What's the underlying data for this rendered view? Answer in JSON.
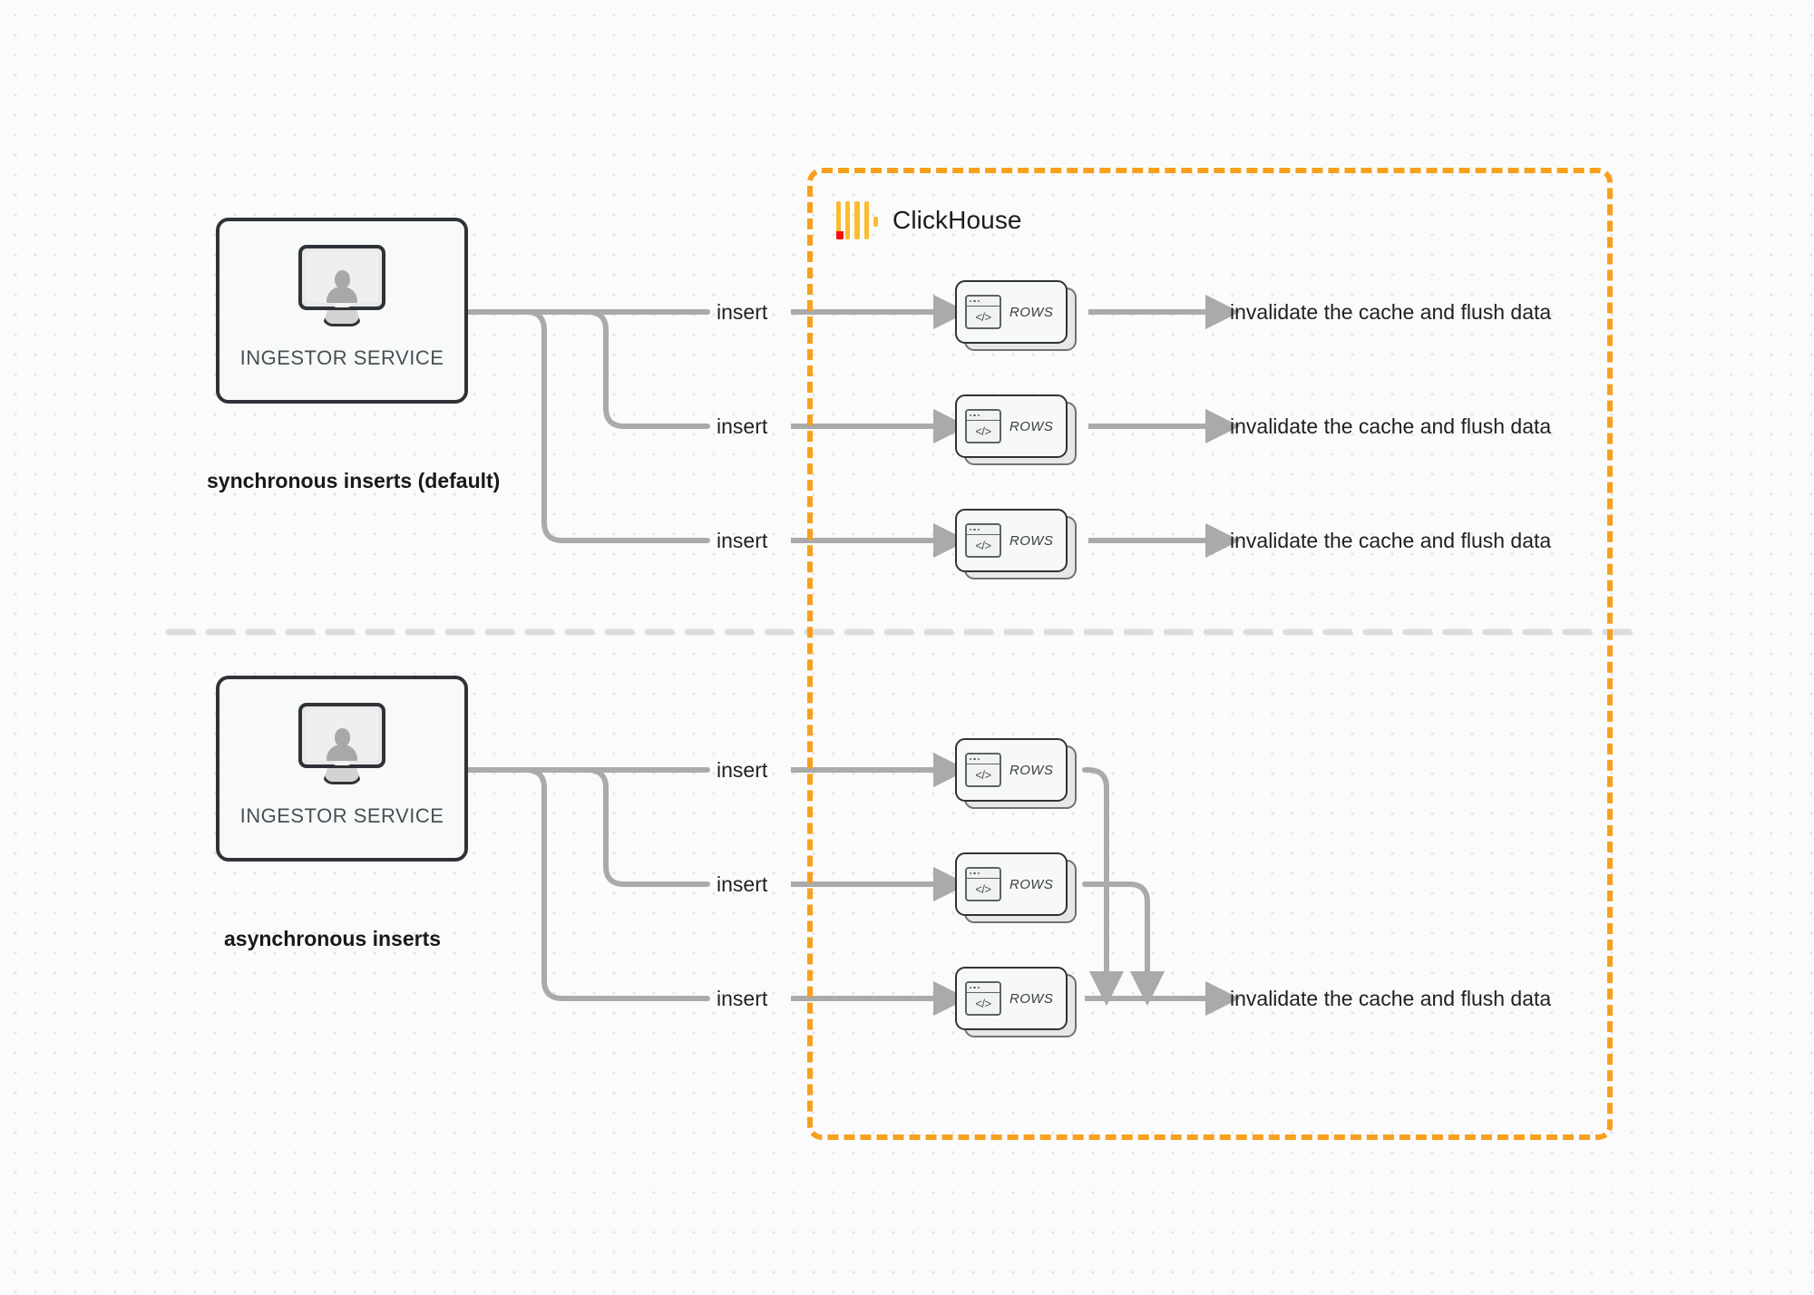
{
  "diagram": {
    "title": "ClickHouse synchronous vs asynchronous inserts",
    "colors": {
      "boundary": "#f7a01d",
      "logo_bar": "#fbbc2e",
      "logo_accent": "#ff0a0a",
      "wire": "#aaaaaa",
      "node_border": "#2f3337",
      "background": "#fbfbfb"
    }
  },
  "clickhouse": {
    "name": "ClickHouse",
    "logo_icon": "clickhouse-logo-icon"
  },
  "sections": [
    {
      "id": "synchronous",
      "caption": "synchronous inserts (default)",
      "source": {
        "label": "INGESTOR SERVICE",
        "icon": "monitor-user-icon"
      },
      "rows": [
        {
          "edge_in": "insert",
          "node_label": "ROWS",
          "node_icon": "code-window-icon",
          "edge_out": "invalidate the cache and flush data"
        },
        {
          "edge_in": "insert",
          "node_label": "ROWS",
          "node_icon": "code-window-icon",
          "edge_out": "invalidate the cache and flush data"
        },
        {
          "edge_in": "insert",
          "node_label": "ROWS",
          "node_icon": "code-window-icon",
          "edge_out": "invalidate the cache and flush data"
        }
      ]
    },
    {
      "id": "asynchronous",
      "caption": "asynchronous inserts",
      "source": {
        "label": "INGESTOR SERVICE",
        "icon": "monitor-user-icon"
      },
      "rows": [
        {
          "edge_in": "insert",
          "node_label": "ROWS",
          "node_icon": "code-window-icon",
          "edge_out": ""
        },
        {
          "edge_in": "insert",
          "node_label": "ROWS",
          "node_icon": "code-window-icon",
          "edge_out": ""
        },
        {
          "edge_in": "insert",
          "node_label": "ROWS",
          "node_icon": "code-window-icon",
          "edge_out": "invalidate the cache and flush data"
        }
      ]
    }
  ],
  "code_glyph": "</>"
}
